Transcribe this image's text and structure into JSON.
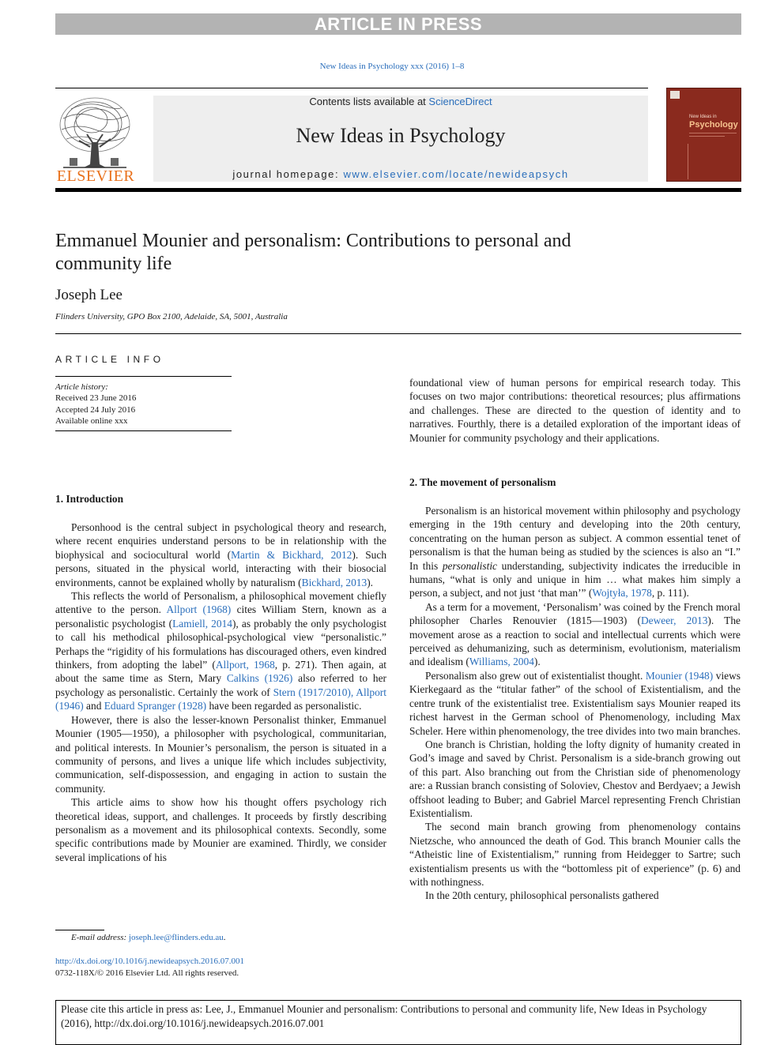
{
  "banner": "ARTICLE IN PRESS",
  "journal_ref": "New Ideas in Psychology xxx (2016) 1–8",
  "header": {
    "contents_prefix": "Contents lists available at ",
    "sciencedirect": "ScienceDirect",
    "journal_title": "New Ideas in Psychology",
    "homepage_prefix": "journal homepage: ",
    "homepage_url": "www.elsevier.com/locate/newideapsych",
    "publisher": "ELSEVIER",
    "cover_small": "New Ideas in",
    "cover_title": "Psychology"
  },
  "article": {
    "title": "Emmanuel Mounier and personalism: Contributions to personal and community life",
    "author": "Joseph Lee",
    "affiliation": "Flinders University, GPO Box 2100, Adelaide, SA, 5001, Australia"
  },
  "article_info": {
    "heading": "ARTICLE INFO",
    "history_label": "Article history:",
    "received": "Received 23 June 2016",
    "accepted": "Accepted 24 July 2016",
    "available": "Available online xxx"
  },
  "sections": {
    "s1": "1.  Introduction",
    "s2": "2.  The movement of personalism"
  },
  "left_col": {
    "p1_a": "Personhood is the central subject in psychological theory and research, where recent enquiries understand persons to be in relationship with the biophysical and sociocultural world (",
    "p1_ref1": "Martin & Bickhard, 2012",
    "p1_b": "). Such persons, situated in the physical world, interacting with their biosocial environments, cannot be explained wholly by naturalism (",
    "p1_ref2": "Bickhard, 2013",
    "p1_c": ").",
    "p2_a": "This reflects the world of Personalism, a philosophical movement chiefly attentive to the person. ",
    "p2_ref1": "Allport (1968)",
    "p2_b": " cites William Stern, known as a personalistic psychologist (",
    "p2_ref2": "Lamiell, 2014",
    "p2_c": "), as probably the only psychologist to call his methodical philosophical-psychological view “personalistic.” Perhaps the “rigidity of his formulations has discouraged others, even kindred thinkers, from adopting the label” (",
    "p2_ref3": "Allport, 1968",
    "p2_d": ", p. 271). Then again, at about the same time as Stern, Mary ",
    "p2_ref4": "Calkins (1926)",
    "p2_e": " also referred to her psychology as personalistic. Certainly the work of ",
    "p2_ref5": "Stern (1917/2010), Allport (1946)",
    "p2_f": " and ",
    "p2_ref6": "Eduard Spranger (1928)",
    "p2_g": " have been regarded as personalistic.",
    "p3": "However, there is also the lesser-known Personalist thinker, Emmanuel Mounier (1905—1950), a philosopher with psychological, communitarian, and political interests. In Mounier’s personalism, the person is situated in a community of persons, and lives a unique life which includes subjectivity, communication, self-dispossession, and engaging in action to sustain the community.",
    "p4": "This article aims to show how his thought offers psychology rich theoretical ideas, support, and challenges. It proceeds by firstly describing personalism as a movement and its philosophical contexts. Secondly, some specific contributions made by Mounier are examined. Thirdly, we consider several implications of his"
  },
  "right_col_top": "foundational view of human persons for empirical research today. This focuses on two major contributions: theoretical resources; plus affirmations and challenges. These are directed to the question of identity and to narratives. Fourthly, there is a detailed exploration of the important ideas of Mounier for community psychology and their applications.",
  "right_col": {
    "p1_a": "Personalism is an historical movement within philosophy and psychology emerging in the 19th century and developing into the 20th century, concentrating on the human person as subject. A common essential tenet of personalism is that the human being as studied by the sciences is also an “I.” In this ",
    "p1_em": "personalistic",
    "p1_b": " understanding, subjectivity indicates the irreducible in humans, “what is only and unique in him … what makes him simply a person, a subject, and not just ‘that man’” (",
    "p1_ref": "Wojtyła, 1978",
    "p1_c": ", p. 111).",
    "p2_a": "As a term for a movement, ‘Personalism’ was coined by the French moral philosopher Charles Renouvier (1815—1903) (",
    "p2_ref1": "Deweer, 2013",
    "p2_b": "). The movement arose as a reaction to social and intellectual currents which were perceived as dehumanizing, such as determinism, evolutionism, materialism and idealism (",
    "p2_ref2": "Williams, 2004",
    "p2_c": ").",
    "p3_a": "Personalism also grew out of existentialist thought. ",
    "p3_ref": "Mounier (1948)",
    "p3_b": " views Kierkegaard as the “titular father” of the school of Existentialism, and the centre trunk of the existentialist tree. Existentialism says Mounier reaped its richest harvest in the German school of Phenomenology, including Max Scheler. Here within phenomenology, the tree divides into two main branches.",
    "p4": "One branch is Christian, holding the lofty dignity of humanity created in God’s image and saved by Christ. Personalism is a side-branch growing out of this part. Also branching out from the Christian side of phenomenology are: a Russian branch consisting of Soloviev, Chestov and Berdyaev; a Jewish offshoot leading to Buber; and Gabriel Marcel representing French Christian Existentialism.",
    "p5": "The second main branch growing from phenomenology contains Nietzsche, who announced the death of God. This branch Mounier calls the “Atheistic line of Existentialism,” running from Heidegger to Sartre; such existentialism presents us with the “bottomless pit of experience” (p. 6) and with nothingness.",
    "p6": "In the 20th century, philosophical personalists gathered"
  },
  "footnote": {
    "email_label": "E-mail address: ",
    "email": "joseph.lee@flinders.edu.au",
    "email_end": "."
  },
  "doi": "http://dx.doi.org/10.1016/j.newideapsych.2016.07.001",
  "copyright": "0732-118X/© 2016 Elsevier Ltd. All rights reserved.",
  "cite_box": "Please cite this article in press as: Lee, J., Emmanuel Mounier and personalism: Contributions to personal and community life, New Ideas in Psychology (2016), http://dx.doi.org/10.1016/j.newideapsych.2016.07.001",
  "colors": {
    "link": "#2a6ebb",
    "elsevier_orange": "#e9711c",
    "banner_gray": "#b3b3b3",
    "cover_red": "#8a2a1e"
  }
}
